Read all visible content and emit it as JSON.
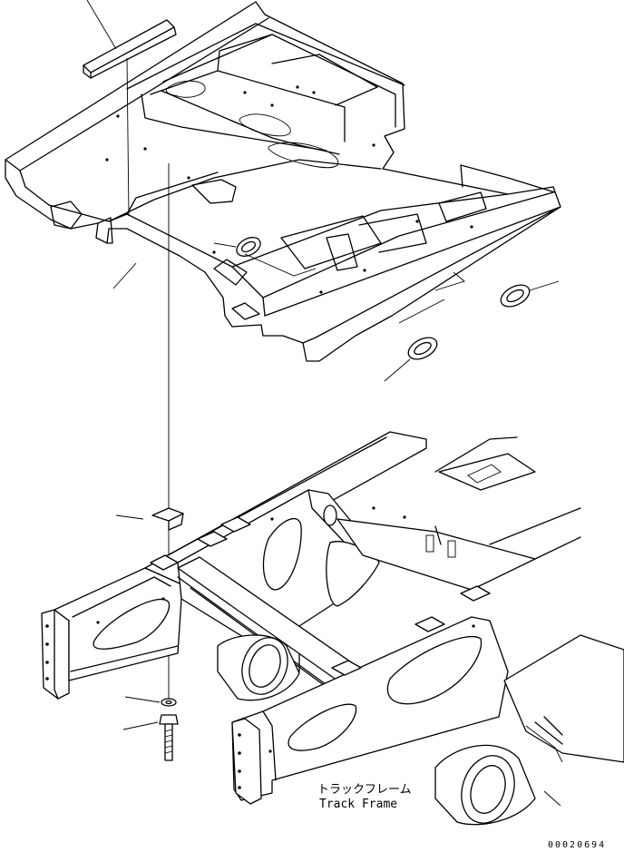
{
  "labels": {
    "frame_jp": "トラックフレーム",
    "frame_en": "Track Frame"
  },
  "drawing_number": "00020694"
}
